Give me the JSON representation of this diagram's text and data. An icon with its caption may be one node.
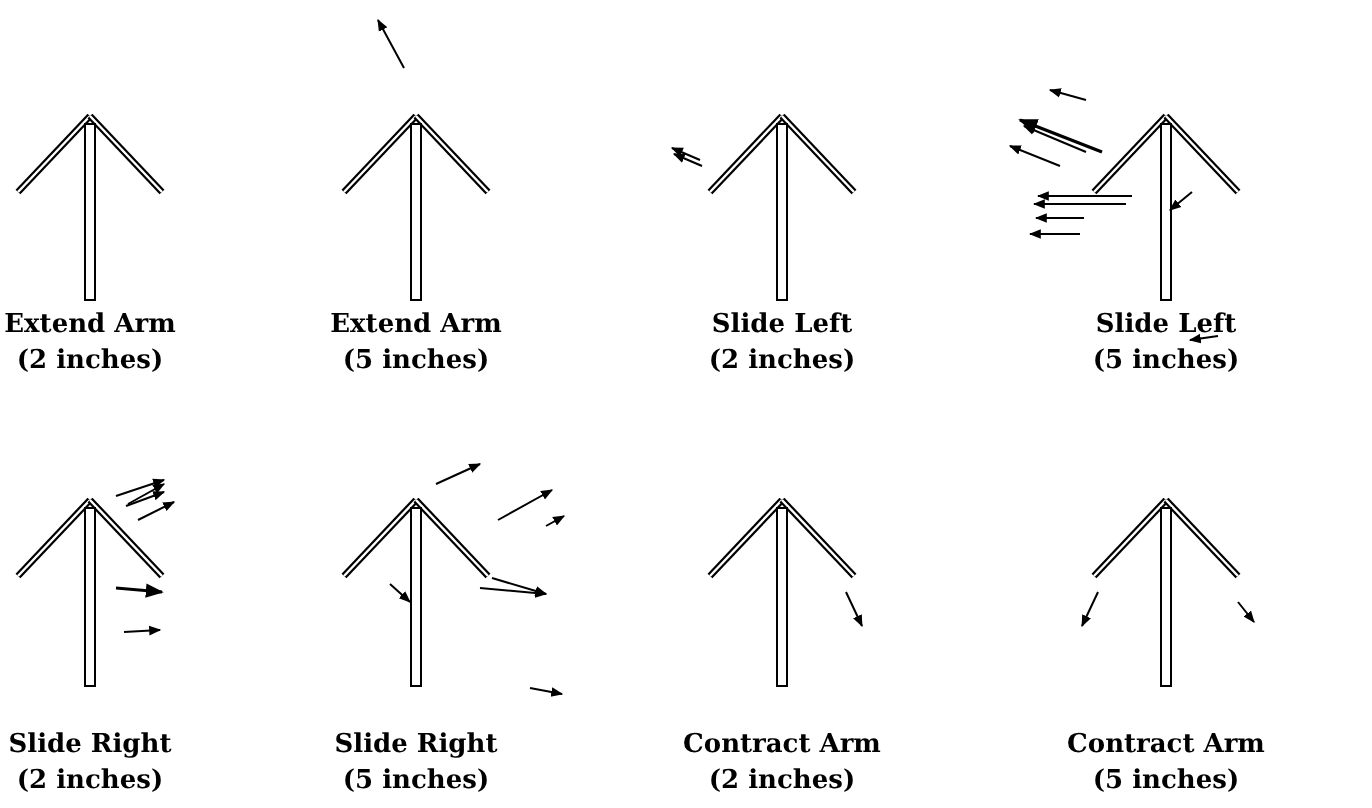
{
  "diagram": {
    "labels": [
      "Extend Arm",
      "(2 inches)",
      "Extend Arm",
      "(5 inches)",
      "Slide Left",
      "(2 inches)",
      "Slide Left",
      "(5 inches)",
      "Slide Right",
      "(2 inches)",
      "Slide Right",
      "(5 inches)",
      "Contract Arm",
      "(2 inches)",
      "Contract Arm",
      "(5 inches)"
    ]
  }
}
